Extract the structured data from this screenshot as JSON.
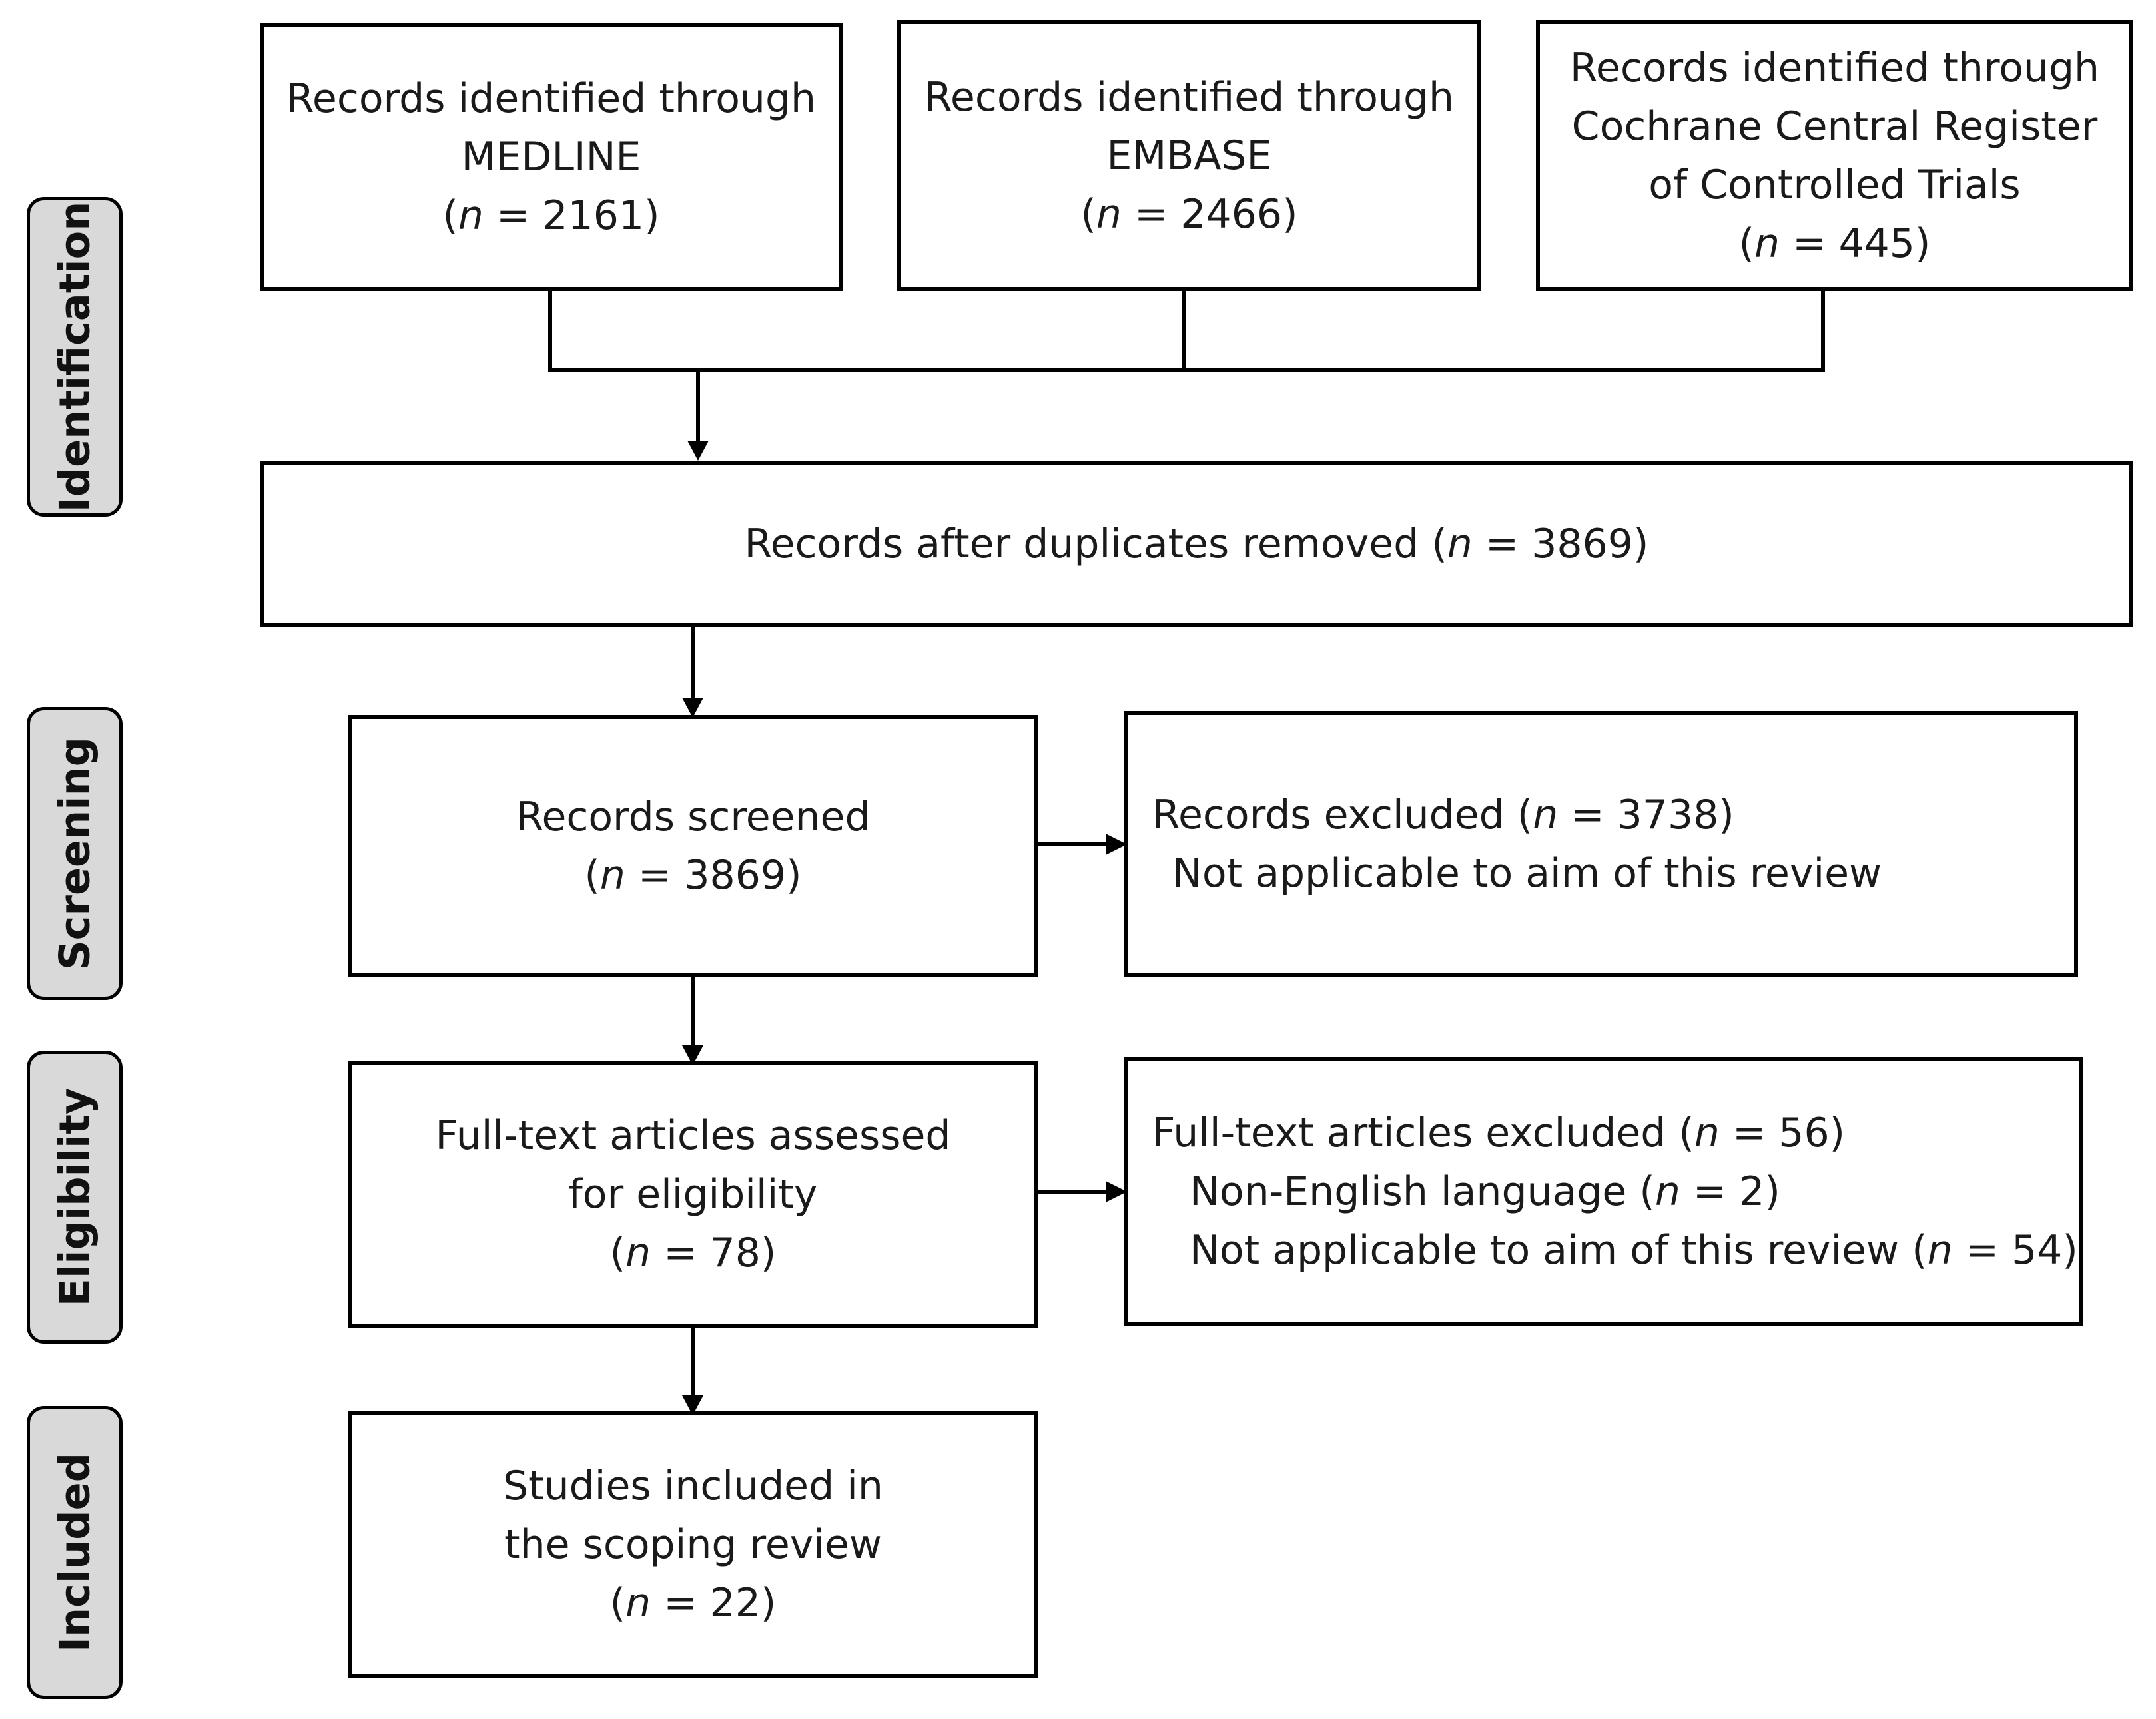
{
  "stages": {
    "identification": "Identification",
    "screening": "Screening",
    "eligibility": "Eligibility",
    "included": "Included"
  },
  "boxes": {
    "medline": {
      "line1": "Records identified through",
      "line2": "MEDLINE",
      "count": "2161"
    },
    "embase": {
      "line1": "Records identified through",
      "line2": "EMBASE",
      "count": "2466"
    },
    "cochrane": {
      "line1": "Records identified through",
      "line2": "Cochrane Central Register",
      "line3": "of Controlled Trials",
      "count": "445"
    },
    "duplicates": {
      "text": "Records after duplicates removed",
      "count": "3869"
    },
    "screened": {
      "line1": "Records screened",
      "count": "3869"
    },
    "excluded": {
      "line1_text": "Records excluded",
      "count": "3738",
      "line2": "Not applicable to aim of this review"
    },
    "fulltext": {
      "line1": "Full-text articles assessed",
      "line2": "for eligibility",
      "count": "78"
    },
    "fulltext_excluded": {
      "line1_text": "Full-text articles excluded",
      "count": "56",
      "reason1_text": "Non-English language",
      "reason1_count": "2",
      "reason2_text": "Not applicable to aim of this review",
      "reason2_count": "54"
    },
    "included": {
      "line1": "Studies included in",
      "line2": "the scoping review",
      "count": "22"
    }
  },
  "symbols": {
    "n": "n",
    "eq": " = "
  }
}
